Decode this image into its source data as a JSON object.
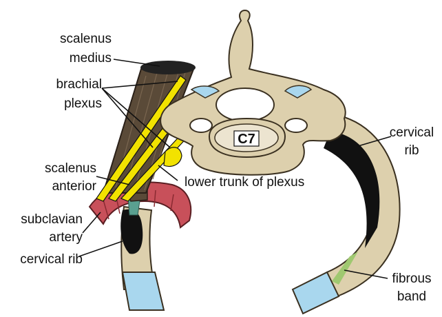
{
  "vertebra_label": "C7",
  "labels": {
    "scalenus_medius_1": "scalenus",
    "scalenus_medius_2": "medius",
    "brachial_plexus_1": "brachial",
    "brachial_plexus_2": "plexus",
    "scalenus_anterior_1": "scalenus",
    "scalenus_anterior_2": "anterior",
    "subclavian_artery_1": "subclavian",
    "subclavian_artery_2": "artery",
    "cervical_rib_left": "cervical rib",
    "lower_trunk": "lower trunk of plexus",
    "cervical_rib_right_1": "cervical",
    "cervical_rib_right_2": "rib",
    "fibrous_band_1": "fibrous",
    "fibrous_band_2": "band"
  },
  "colors": {
    "bone": "#ddd0ad",
    "bone_outline": "#3a3020",
    "muscle": "#5a4a38",
    "plexus": "#f2e200",
    "artery": "#c8505a",
    "cartilage": "#a9d7ee",
    "fibrous_band": "#9fc870",
    "rib_black": "#111111"
  }
}
